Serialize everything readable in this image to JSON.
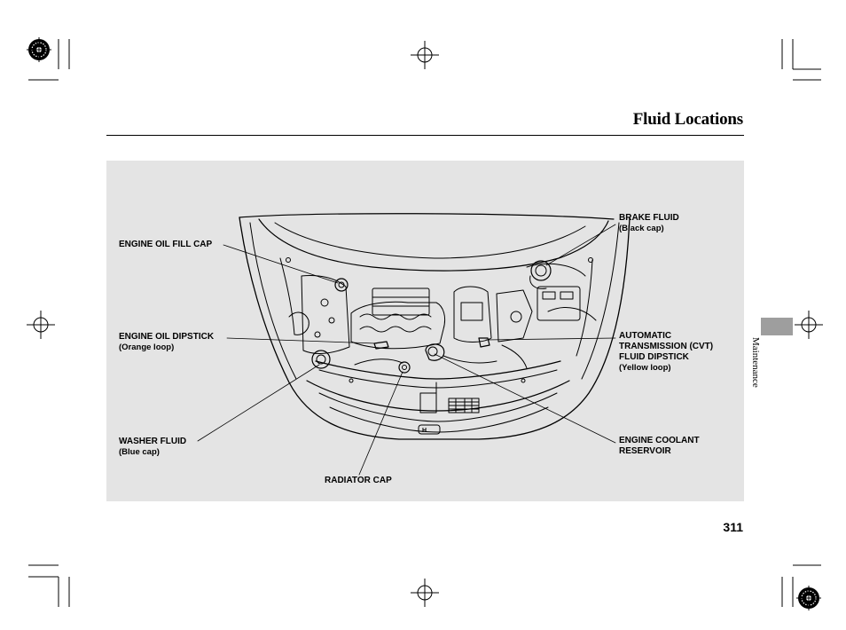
{
  "page": {
    "title": "Fluid Locations",
    "page_number": "311",
    "section_tab": "Maintenance"
  },
  "labels": {
    "engine_oil_fill_cap": "ENGINE OIL FILL CAP",
    "engine_oil_dipstick": "ENGINE OIL DIPSTICK",
    "engine_oil_dipstick_sub": "(Orange loop)",
    "washer_fluid": "WASHER FLUID",
    "washer_fluid_sub": "(Blue cap)",
    "radiator_cap": "RADIATOR CAP",
    "brake_fluid": "BRAKE FLUID",
    "brake_fluid_sub": "(Black cap)",
    "atf_line1": "AUTOMATIC",
    "atf_line2": "TRANSMISSION (CVT)",
    "atf_line3": "FLUID DIPSTICK",
    "atf_sub": "(Yellow loop)",
    "coolant_line1": "ENGINE COOLANT",
    "coolant_line2": "RESERVOIR"
  },
  "colors": {
    "panel_background": "#e4e4e4",
    "section_tab": "#9e9e9e",
    "ink": "#000000"
  }
}
